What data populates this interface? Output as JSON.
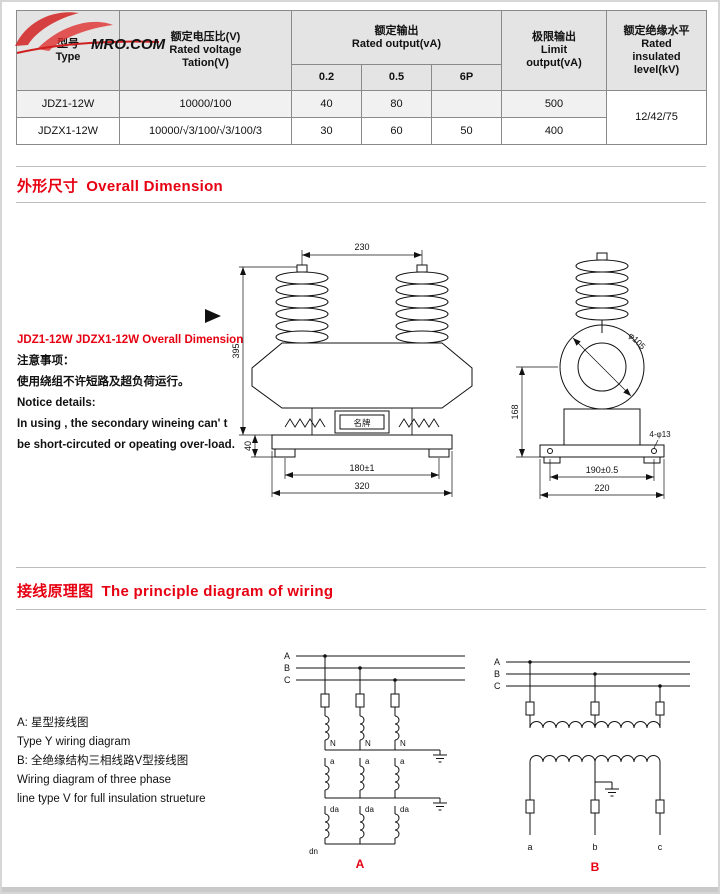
{
  "logo": {
    "text": "MRO.COM"
  },
  "table": {
    "headers": {
      "type_cn": "型号",
      "type_en": "Type",
      "voltage_cn": "额定电压比(V)",
      "voltage_en_1": "Rated voltage",
      "voltage_en_2": "Tation(V)",
      "output_cn": "额定输出",
      "output_en": "Rated output(vA)",
      "sub_cols": [
        "0.2",
        "0.5",
        "6P"
      ],
      "limit_cn": "极限输出",
      "limit_en_1": "Limit",
      "limit_en_2": "output(vA)",
      "insulation_cn": "额定绝缘水平",
      "insulation_en_1": "Rated",
      "insulation_en_2": "insulated",
      "insulation_en_3": "level(kV)"
    },
    "rows": [
      {
        "type": "JDZ1-12W",
        "voltage_ratio": "10000/100",
        "output_02": "40",
        "output_05": "80",
        "output_6p": "",
        "limit_output": "500"
      },
      {
        "type": "JDZX1-12W",
        "voltage_ratio": "10000/√3/100/√3/100/3",
        "output_02": "30",
        "output_05": "60",
        "output_6p": "50",
        "limit_output": "400"
      }
    ],
    "insulation_level": "12/42/75"
  },
  "section_dimension": {
    "title_cn": "外形尺寸",
    "title_en": "Overall Dimension"
  },
  "dimension_note": {
    "heading": "JDZ1-12W  JDZX1-12W Overall Dimension",
    "cn_title": "注意事项：",
    "cn_body": "使用绕组不许短路及超负荷运行。",
    "en_title": "Notice details:",
    "en_line1": "In using , the secondary wineing can' t",
    "en_line2": "be short-circuted or opeating over-load."
  },
  "front_view": {
    "dim_top_width": "230",
    "dim_height": "395",
    "dim_base_height": "40",
    "dim_bolt_span": "180±1",
    "dim_base_width": "320",
    "nameplate": "名牌"
  },
  "side_view": {
    "dim_diameter": "φ105",
    "dim_height": "168",
    "dim_bolt_span": "190±0.5",
    "dim_base_width": "220",
    "dim_holes": "4-φ13"
  },
  "section_wiring": {
    "title_cn": "接线原理图",
    "title_en": "The principle diagram of wiring"
  },
  "wiring_note": {
    "line1": "A: 星型接线图",
    "line2": "Type Y wiring diagram",
    "line3": "B: 全绝缘结构三相线路V型接线图",
    "line4": "Wiring diagram of three phase",
    "line5": "line type V for full insulation strueture"
  },
  "diagram_a": {
    "phase_labels": [
      "A",
      "B",
      "C"
    ],
    "n_labels": [
      "N",
      "N",
      "N"
    ],
    "a_labels": [
      "a",
      "a",
      "a"
    ],
    "da_labels": [
      "da",
      "da",
      "da"
    ],
    "dn_label": "dn",
    "caption": "A"
  },
  "diagram_b": {
    "phase_labels": [
      "A",
      "B",
      "C"
    ],
    "terminal_labels": [
      "a",
      "b",
      "c"
    ],
    "caption": "B"
  }
}
